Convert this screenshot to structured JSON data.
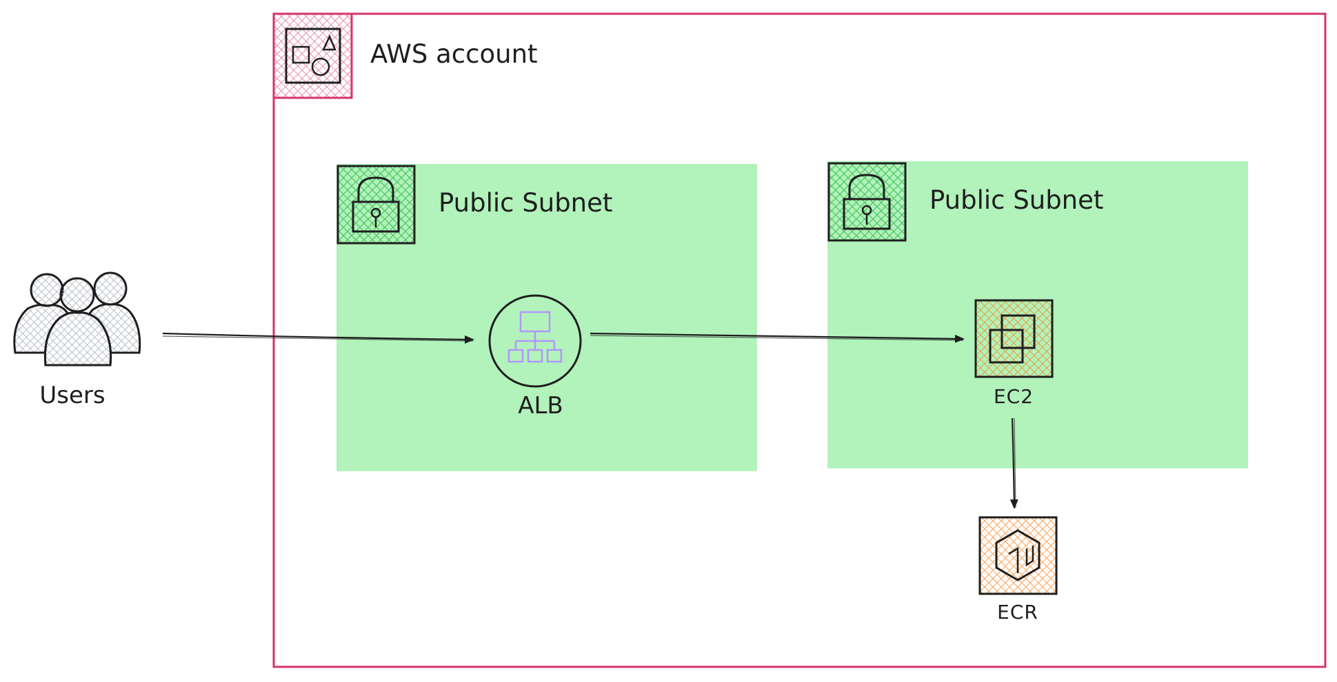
{
  "diagram": {
    "account": {
      "label": "AWS account"
    },
    "users": {
      "label": "Users"
    },
    "subnet_left": {
      "label": "Public Subnet"
    },
    "subnet_right": {
      "label": "Public Subnet"
    },
    "alb": {
      "label": "ALB"
    },
    "ec2": {
      "label": "EC2"
    },
    "ecr": {
      "label": "ECR"
    }
  },
  "colors": {
    "account_border": "#d6336c",
    "subnet_fill": "#b2f2bb",
    "subnet_icon_hatch": "#40c057",
    "compute_hatch": "#fd7e14",
    "alb_icon": "#b197fc",
    "users_hatch": "#adb5bd",
    "stroke": "#1e1e1e"
  },
  "icons": {
    "account": "aws-account-icon",
    "subnet": "padlock-icon",
    "alb": "load-balancer-icon",
    "ec2": "ec2-instance-icon",
    "ecr": "container-registry-icon",
    "users": "users-icon"
  }
}
